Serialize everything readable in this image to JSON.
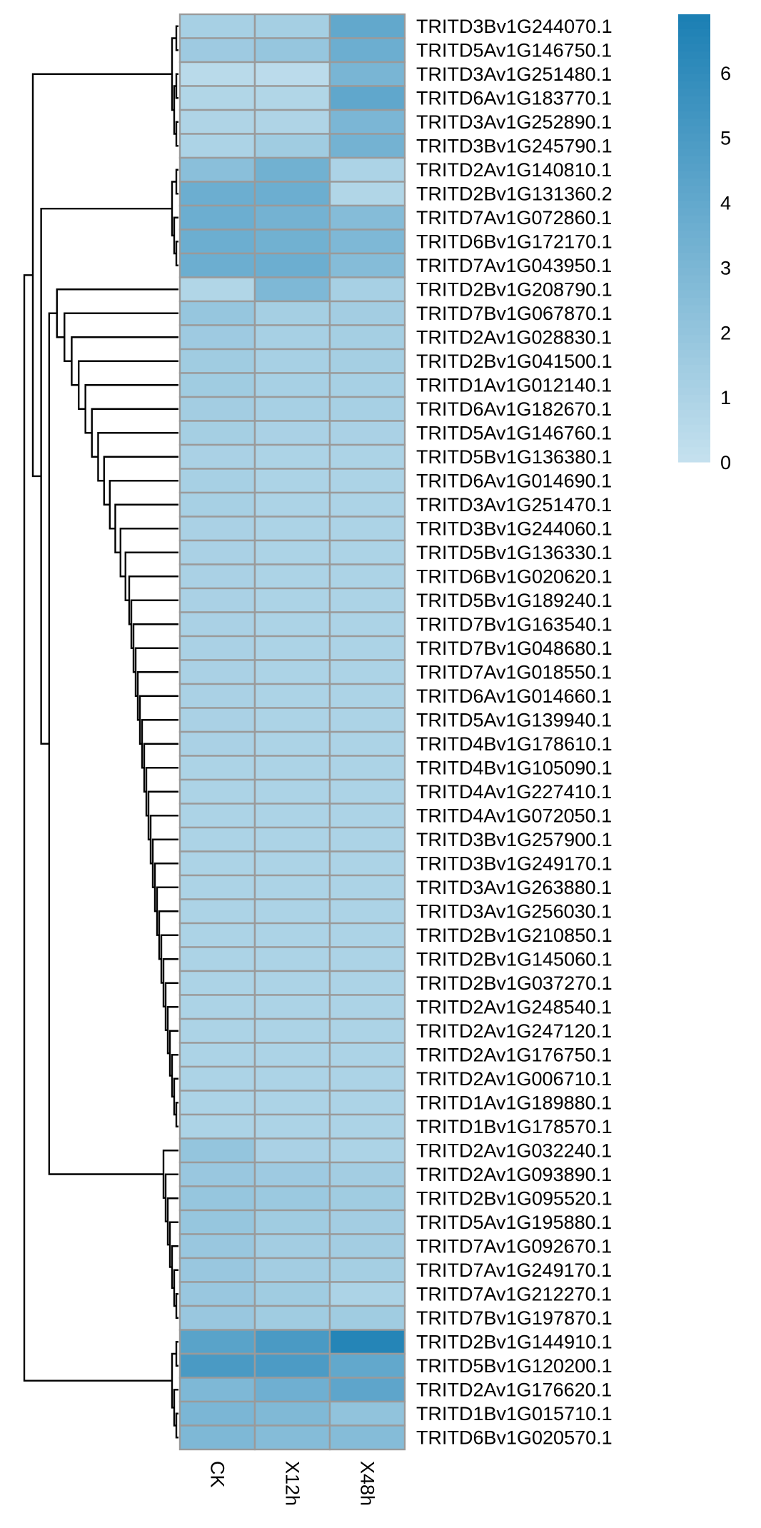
{
  "chart_data": {
    "type": "heatmap",
    "columns": [
      "CK",
      "X12h",
      "X48h"
    ],
    "rows": [
      "TRITD3Bv1G244070.1",
      "TRITD5Av1G146750.1",
      "TRITD3Av1G251480.1",
      "TRITD6Av1G183770.1",
      "TRITD3Av1G252890.1",
      "TRITD3Bv1G245790.1",
      "TRITD2Av1G140810.1",
      "TRITD2Bv1G131360.2",
      "TRITD7Av1G072860.1",
      "TRITD6Bv1G172170.1",
      "TRITD7Av1G043950.1",
      "TRITD2Bv1G208790.1",
      "TRITD7Bv1G067870.1",
      "TRITD2Av1G028830.1",
      "TRITD2Bv1G041500.1",
      "TRITD1Av1G012140.1",
      "TRITD6Av1G182670.1",
      "TRITD5Av1G146760.1",
      "TRITD5Bv1G136380.1",
      "TRITD6Av1G014690.1",
      "TRITD3Av1G251470.1",
      "TRITD3Bv1G244060.1",
      "TRITD5Bv1G136330.1",
      "TRITD6Bv1G020620.1",
      "TRITD5Bv1G189240.1",
      "TRITD7Bv1G163540.1",
      "TRITD7Bv1G048680.1",
      "TRITD7Av1G018550.1",
      "TRITD6Av1G014660.1",
      "TRITD5Av1G139940.1",
      "TRITD4Bv1G178610.1",
      "TRITD4Bv1G105090.1",
      "TRITD4Av1G227410.1",
      "TRITD4Av1G072050.1",
      "TRITD3Bv1G257900.1",
      "TRITD3Bv1G249170.1",
      "TRITD3Av1G263880.1",
      "TRITD3Av1G256030.1",
      "TRITD2Bv1G210850.1",
      "TRITD2Bv1G145060.1",
      "TRITD2Bv1G037270.1",
      "TRITD2Av1G248540.1",
      "TRITD2Av1G247120.1",
      "TRITD2Av1G176750.1",
      "TRITD2Av1G006710.1",
      "TRITD1Av1G189880.1",
      "TRITD1Bv1G178570.1",
      "TRITD2Av1G032240.1",
      "TRITD2Av1G093890.1",
      "TRITD2Bv1G095520.1",
      "TRITD5Av1G195880.1",
      "TRITD7Av1G092670.1",
      "TRITD7Av1G249170.1",
      "TRITD7Av1G212270.1",
      "TRITD7Bv1G197870.1",
      "TRITD2Bv1G144910.1",
      "TRITD5Bv1G120200.1",
      "TRITD2Av1G176620.1",
      "TRITD1Bv1G015710.1",
      "TRITD6Bv1G020570.1"
    ],
    "values": [
      [
        1.2,
        1.3,
        4.0
      ],
      [
        1.6,
        1.9,
        3.6
      ],
      [
        0.5,
        0.4,
        3.1
      ],
      [
        0.8,
        0.8,
        4.1
      ],
      [
        0.9,
        0.9,
        3.0
      ],
      [
        1.0,
        1.5,
        3.3
      ],
      [
        2.4,
        3.4,
        1.0
      ],
      [
        3.6,
        3.6,
        0.8
      ],
      [
        3.6,
        3.3,
        2.6
      ],
      [
        3.6,
        3.4,
        2.9
      ],
      [
        3.6,
        3.6,
        2.6
      ],
      [
        0.8,
        2.9,
        1.2
      ],
      [
        1.9,
        1.3,
        1.4
      ],
      [
        1.6,
        1.2,
        1.3
      ],
      [
        1.5,
        1.2,
        1.3
      ],
      [
        1.5,
        1.2,
        1.2
      ],
      [
        1.4,
        1.2,
        1.2
      ],
      [
        1.3,
        1.1,
        1.1
      ],
      [
        1.1,
        1.0,
        1.0
      ],
      [
        1.2,
        1.0,
        1.0
      ],
      [
        1.2,
        1.0,
        1.0
      ],
      [
        1.1,
        1.0,
        1.0
      ],
      [
        1.1,
        1.0,
        1.0
      ],
      [
        1.1,
        1.0,
        1.0
      ],
      [
        1.1,
        1.0,
        1.0
      ],
      [
        1.1,
        1.0,
        1.0
      ],
      [
        1.1,
        1.0,
        1.0
      ],
      [
        1.1,
        1.0,
        1.0
      ],
      [
        1.1,
        1.0,
        1.0
      ],
      [
        1.1,
        1.0,
        1.0
      ],
      [
        1.1,
        1.0,
        1.0
      ],
      [
        1.0,
        1.0,
        1.0
      ],
      [
        1.0,
        1.0,
        1.0
      ],
      [
        1.0,
        1.0,
        1.0
      ],
      [
        1.0,
        1.0,
        1.0
      ],
      [
        1.0,
        1.0,
        1.0
      ],
      [
        1.0,
        1.0,
        1.0
      ],
      [
        1.0,
        1.0,
        1.0
      ],
      [
        1.0,
        1.0,
        1.0
      ],
      [
        1.0,
        1.0,
        1.0
      ],
      [
        1.0,
        1.0,
        1.0
      ],
      [
        1.0,
        1.0,
        1.0
      ],
      [
        1.0,
        1.0,
        1.0
      ],
      [
        1.0,
        1.0,
        1.0
      ],
      [
        1.0,
        1.0,
        1.0
      ],
      [
        1.0,
        1.0,
        1.0
      ],
      [
        1.0,
        1.0,
        1.0
      ],
      [
        2.0,
        1.1,
        1.0
      ],
      [
        1.8,
        1.6,
        1.4
      ],
      [
        1.9,
        1.7,
        1.5
      ],
      [
        1.9,
        1.5,
        1.4
      ],
      [
        1.8,
        1.4,
        1.4
      ],
      [
        1.8,
        1.4,
        1.3
      ],
      [
        1.8,
        1.5,
        1.0
      ],
      [
        1.8,
        1.5,
        1.5
      ],
      [
        4.4,
        5.0,
        6.5
      ],
      [
        5.0,
        4.9,
        4.0
      ],
      [
        2.9,
        3.5,
        4.2
      ],
      [
        3.0,
        2.8,
        2.1
      ],
      [
        2.9,
        2.6,
        2.6
      ]
    ],
    "colorbar": {
      "ticks": [
        0,
        1,
        2,
        3,
        4,
        5,
        6
      ],
      "range": [
        0,
        6.9
      ],
      "low_color": "#c5e1ee",
      "high_color": "#1b7fb4"
    },
    "cell_border_color": "#9a9a9a",
    "row_dendrogram": true,
    "column_dendrogram": false,
    "title": "",
    "xlabel": "",
    "ylabel": ""
  }
}
